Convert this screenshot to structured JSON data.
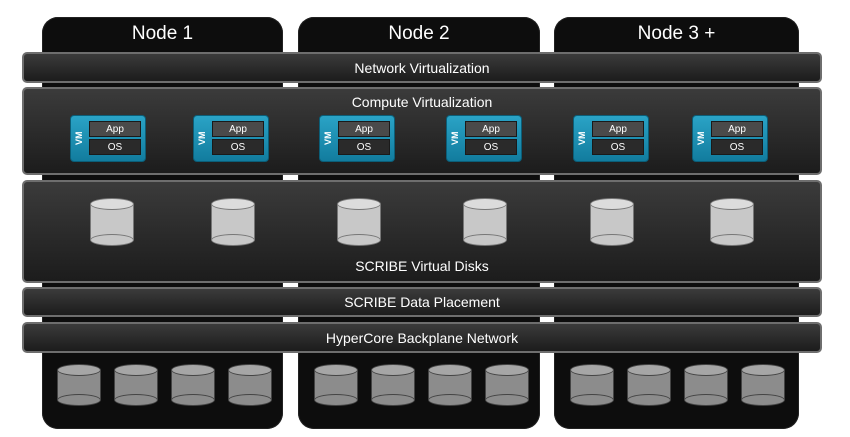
{
  "nodes": [
    {
      "label": "Node 1"
    },
    {
      "label": "Node 2"
    },
    {
      "label": "Node 3 +"
    }
  ],
  "layers": {
    "network_virtualization": "Network Virtualization",
    "compute_virtualization": "Compute Virtualization",
    "scribe_virtual_disks": "SCRIBE Virtual Disks",
    "scribe_data_placement": "SCRIBE Data Placement",
    "hypercore_backplane_network": "HyperCore Backplane Network"
  },
  "vm": {
    "tag": "VM",
    "app": "App",
    "os": "OS",
    "count": 6
  },
  "virtual_disk_count": 6,
  "physical_disks_per_node": 4,
  "colors": {
    "node_background": "#0d0d0d",
    "band_border": "#6e6e6e",
    "vm_accent": "#1f93b8",
    "virtual_disk": "#c8c8c8",
    "physical_disk": "#8c8c8c"
  }
}
